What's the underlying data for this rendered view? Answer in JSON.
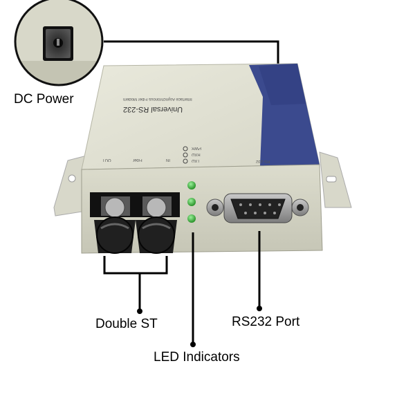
{
  "callouts": {
    "dc_power": "DC Power",
    "double_st": "Double ST",
    "rs232_port": "RS232 Port",
    "led_indicators": "LED Indicators"
  },
  "device": {
    "top_title": "Universal RS-232",
    "top_subtitle": "Interface Asynchronous Fiber Modem",
    "led_labels": [
      "PWR",
      "RXD",
      "TXD"
    ],
    "port_labels": {
      "out": "OUT",
      "fiber": "Fiber",
      "in": "IN",
      "rs232": "RS-232"
    }
  },
  "colors": {
    "body": "#e4e4d6",
    "label_panel": "#3b4a8e",
    "led_green": "#3fb33f",
    "connector": "#1c1c1c",
    "callout_line": "#000000"
  }
}
